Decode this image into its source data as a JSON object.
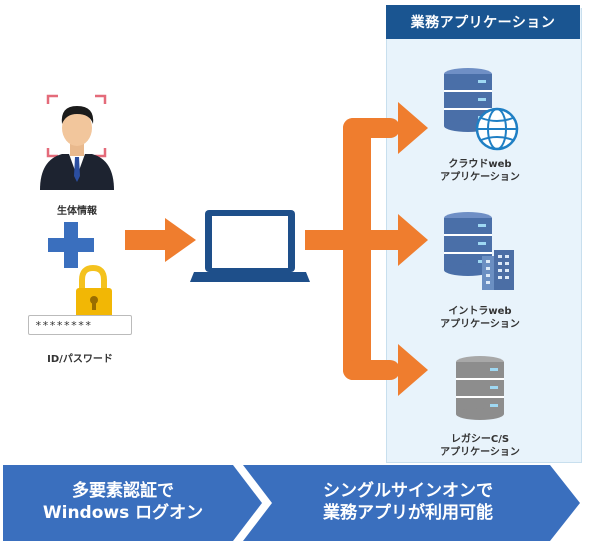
{
  "panel": {
    "header": "業務アプリケーション",
    "apps": [
      {
        "label_line1": "クラウドweb",
        "label_line2": "アプリケーション",
        "badge": "globe-icon"
      },
      {
        "label_line1": "イントラweb",
        "label_line2": "アプリケーション",
        "badge": "building-icon"
      },
      {
        "label_line1": "レガシーC/S",
        "label_line2": "アプリケーション",
        "badge": "none"
      }
    ]
  },
  "left": {
    "biometric_label": "生体情報",
    "password_mask": "********",
    "password_label": "ID/パスワード"
  },
  "banner": {
    "left_line1": "多要素認証で",
    "left_line2": "Windows ログオン",
    "right_line1": "シングルサインオンで",
    "right_line2": "業務アプリが利用可能"
  },
  "colors": {
    "arrow_orange": "#ef7d2e",
    "banner_blue": "#3a6fbe",
    "header_navy": "#1a5591",
    "panel_bg": "#e8f3fb",
    "server_blue": "#4a6fa8",
    "server_gray": "#8d8d8d",
    "plus_blue": "#3a6fbe",
    "lock_gold": "#f2b705"
  }
}
